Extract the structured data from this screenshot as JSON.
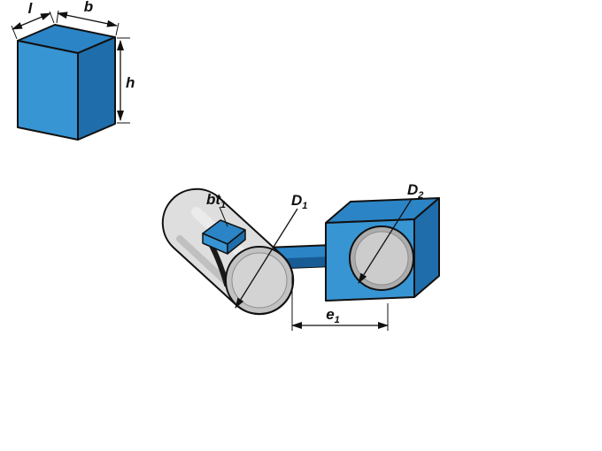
{
  "figure": {
    "key_block": {
      "label_l": "l",
      "label_b": "b",
      "label_h": "h"
    },
    "assembly": {
      "bt1": {
        "main": "bt",
        "sub": "1"
      },
      "d1": {
        "main": "D",
        "sub": "1"
      },
      "d2": {
        "main": "D",
        "sub": "2"
      },
      "e1": {
        "main": "e",
        "sub": "1"
      }
    },
    "colors": {
      "top_blue": "#2B84C6",
      "front_blue": "#3795D4",
      "side_blue": "#1F6DAB",
      "shade_blue": "#175C94",
      "body_gray": "#DEDEDE",
      "face_gray": "#C2C2C2",
      "inner_gray": "#D3D3D3",
      "bore_gray": "#ACACAC",
      "bore_inner_gray": "#CCCCCC",
      "slot_dark": "#1A1A1A",
      "outline": "#111111"
    }
  }
}
